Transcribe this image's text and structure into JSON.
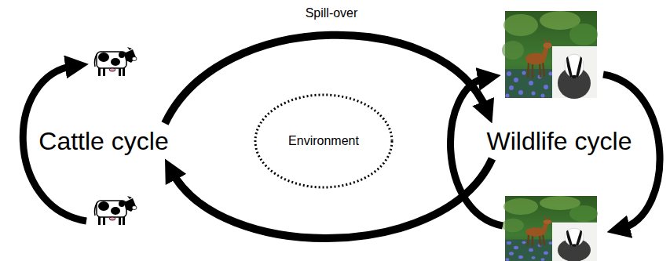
{
  "diagram": {
    "nodes": [
      {
        "text": [
          "Cattle cycle"
        ]
      },
      {
        "text": [
          "Environment"
        ]
      },
      {
        "text": [
          "Wildlife cycle"
        ]
      }
    ],
    "edges": [
      {
        "from": 0,
        "to": 2,
        "arrow": "to",
        "label": "Spill-over"
      },
      {
        "from": 2,
        "to": 0,
        "arrow": "to"
      }
    ]
  }
}
